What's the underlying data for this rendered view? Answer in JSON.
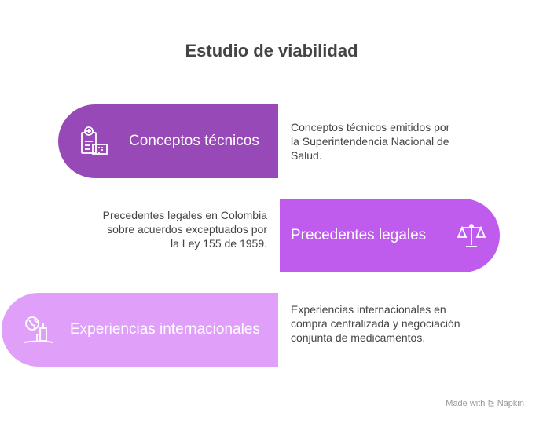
{
  "title": "Estudio de viabilidad",
  "items": [
    {
      "label": "Conceptos técnicos",
      "description": "Conceptos técnicos emitidos por la Superintendencia Nacional de Salud.",
      "color": "#9849B8",
      "icon": "clipboard-hospital-icon"
    },
    {
      "label": "Precedentes legales",
      "description": "Precedentes legales en Colombia sobre acuerdos exceptuados por la Ley 155 de 1959.",
      "color": "#BF5CEE",
      "icon": "scales-icon"
    },
    {
      "label": "Experiencias internacionales",
      "description": "Experiencias internacionales en compra centralizada y negociación conjunta de medicamentos.",
      "color": "#E0A0FA",
      "icon": "globe-buildings-icon"
    }
  ],
  "footer": "Made with ⊵ Napkin"
}
